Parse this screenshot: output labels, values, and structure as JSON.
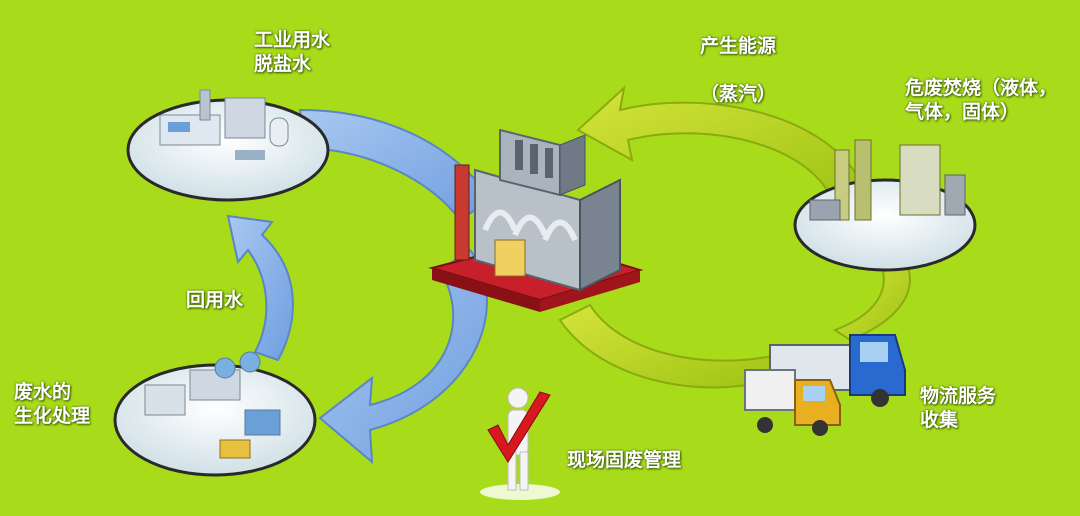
{
  "labels": {
    "industrial_water": "工业用水\n脱盐水",
    "energy_line1": "产生能源",
    "energy_line2": "（蒸汽）",
    "hazardous_incineration": "危废焚烧（液体，\n气体，固体）",
    "water_reuse": "回用水",
    "wastewater_treatment": "废水的\n生化处理",
    "logistics_collection": "物流服务\n收集",
    "onsite_solid_waste": "现场固废管理"
  },
  "colors": {
    "background": "#a8dc1a",
    "blue_arrow": "#8ab4e8",
    "green_arrow": "#c2dc18",
    "label_text": "#ffffff"
  },
  "icons": [
    "factory-icon",
    "water-plant-icon",
    "wastewater-plant-icon",
    "incinerator-icon",
    "truck-icon",
    "checkmark-person-icon"
  ]
}
